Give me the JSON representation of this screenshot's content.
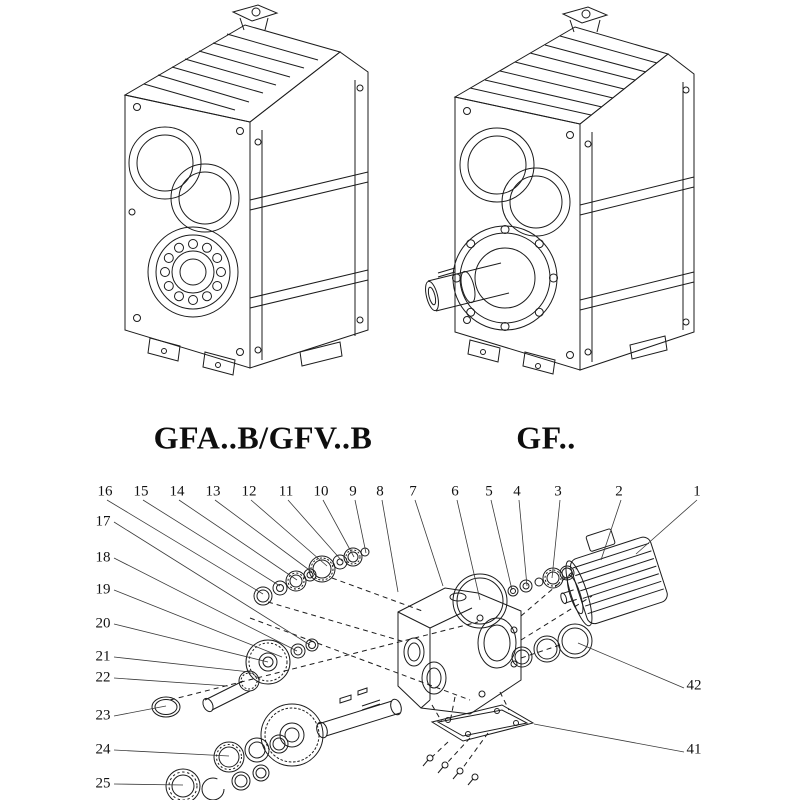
{
  "colors": {
    "background": "#ffffff",
    "line": "#1c1c1c"
  },
  "models": [
    {
      "label": "GFA..B/GFV..B"
    },
    {
      "label": "GF.."
    }
  ],
  "exploded": {
    "top_row": [
      "16",
      "15",
      "14",
      "13",
      "12",
      "11",
      "10",
      "9",
      "8",
      "7",
      "6",
      "5",
      "4",
      "3",
      "2",
      "1"
    ],
    "left_column": [
      "17",
      "18",
      "19",
      "20",
      "21",
      "22",
      "23",
      "24",
      "25"
    ],
    "right_column": [
      "42",
      "41"
    ]
  }
}
